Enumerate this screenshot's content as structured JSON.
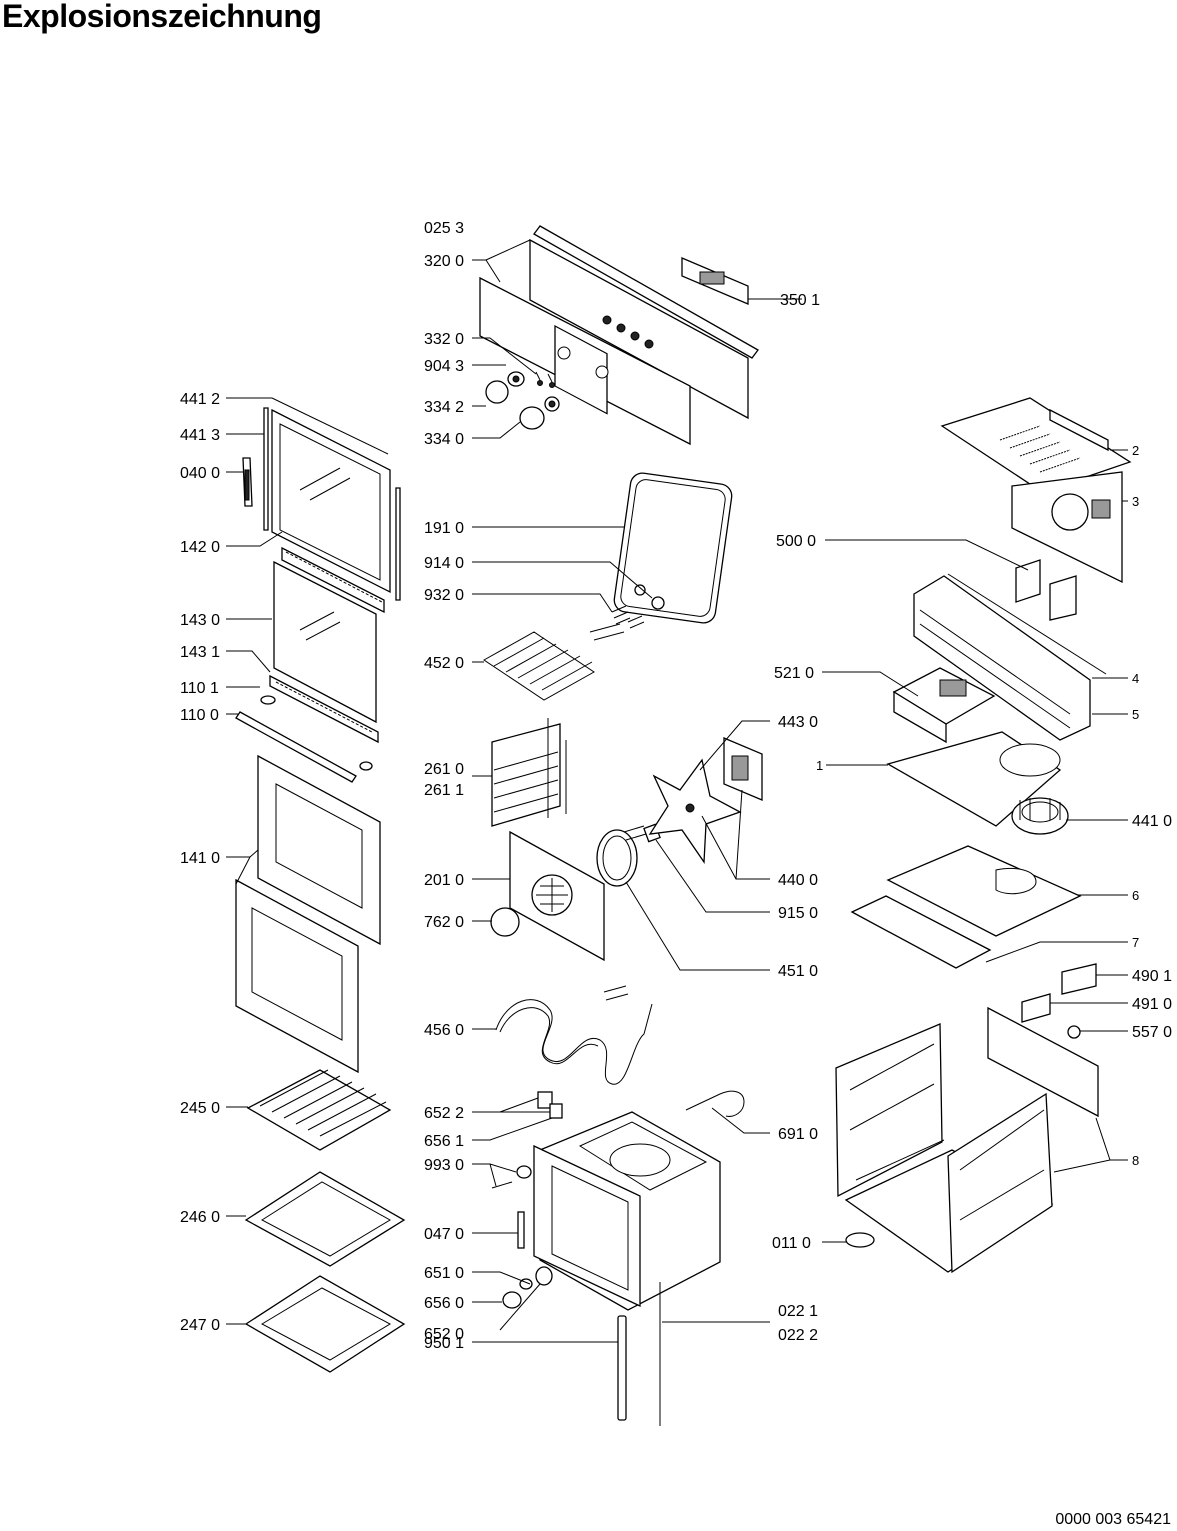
{
  "title": "Explosionszeichnung",
  "doc_number": "0000 003 65421",
  "labels": {
    "l025_3": "025 3",
    "l320_0": "320 0",
    "l350_1": "350 1",
    "l332_0": "332 0",
    "l904_3": "904 3",
    "l334_2": "334 2",
    "l334_0": "334 0",
    "l441_2": "441 2",
    "l441_3": "441 3",
    "l040_0": "040 0",
    "l142_0": "142 0",
    "l143_0": "143 0",
    "l143_1": "143 1",
    "l110_1": "110 1",
    "l110_0": "110 0",
    "l141_0": "141 0",
    "l245_0": "245 0",
    "l246_0": "246 0",
    "l247_0": "247 0",
    "l191_0": "191 0",
    "l914_0": "914 0",
    "l932_0": "932 0",
    "l452_0": "452 0",
    "l261_0": "261 0",
    "l261_1": "261 1",
    "l201_0": "201 0",
    "l762_0": "762 0",
    "l456_0": "456 0",
    "l652_2": "652 2",
    "l656_1": "656 1",
    "l993_0": "993 0",
    "l047_0": "047 0",
    "l651_0": "651 0",
    "l656_0": "656 0",
    "l652_0": "652 0",
    "l950_1": "950 1",
    "l443_0": "443 0",
    "l440_0": "440 0",
    "l915_0": "915 0",
    "l451_0": "451 0",
    "l691_0": "691 0",
    "l022_1": "022 1",
    "l022_2": "022 2",
    "l500_0": "500 0",
    "l521_0": "521 0",
    "l441_0": "441 0",
    "l490_1": "490 1",
    "l491_0": "491 0",
    "l557_0": "557 0",
    "l011_0": "011 0",
    "n1": "1",
    "n2": "2",
    "n3": "3",
    "n4": "4",
    "n5": "5",
    "n6": "6",
    "n7": "7",
    "n8": "8"
  }
}
